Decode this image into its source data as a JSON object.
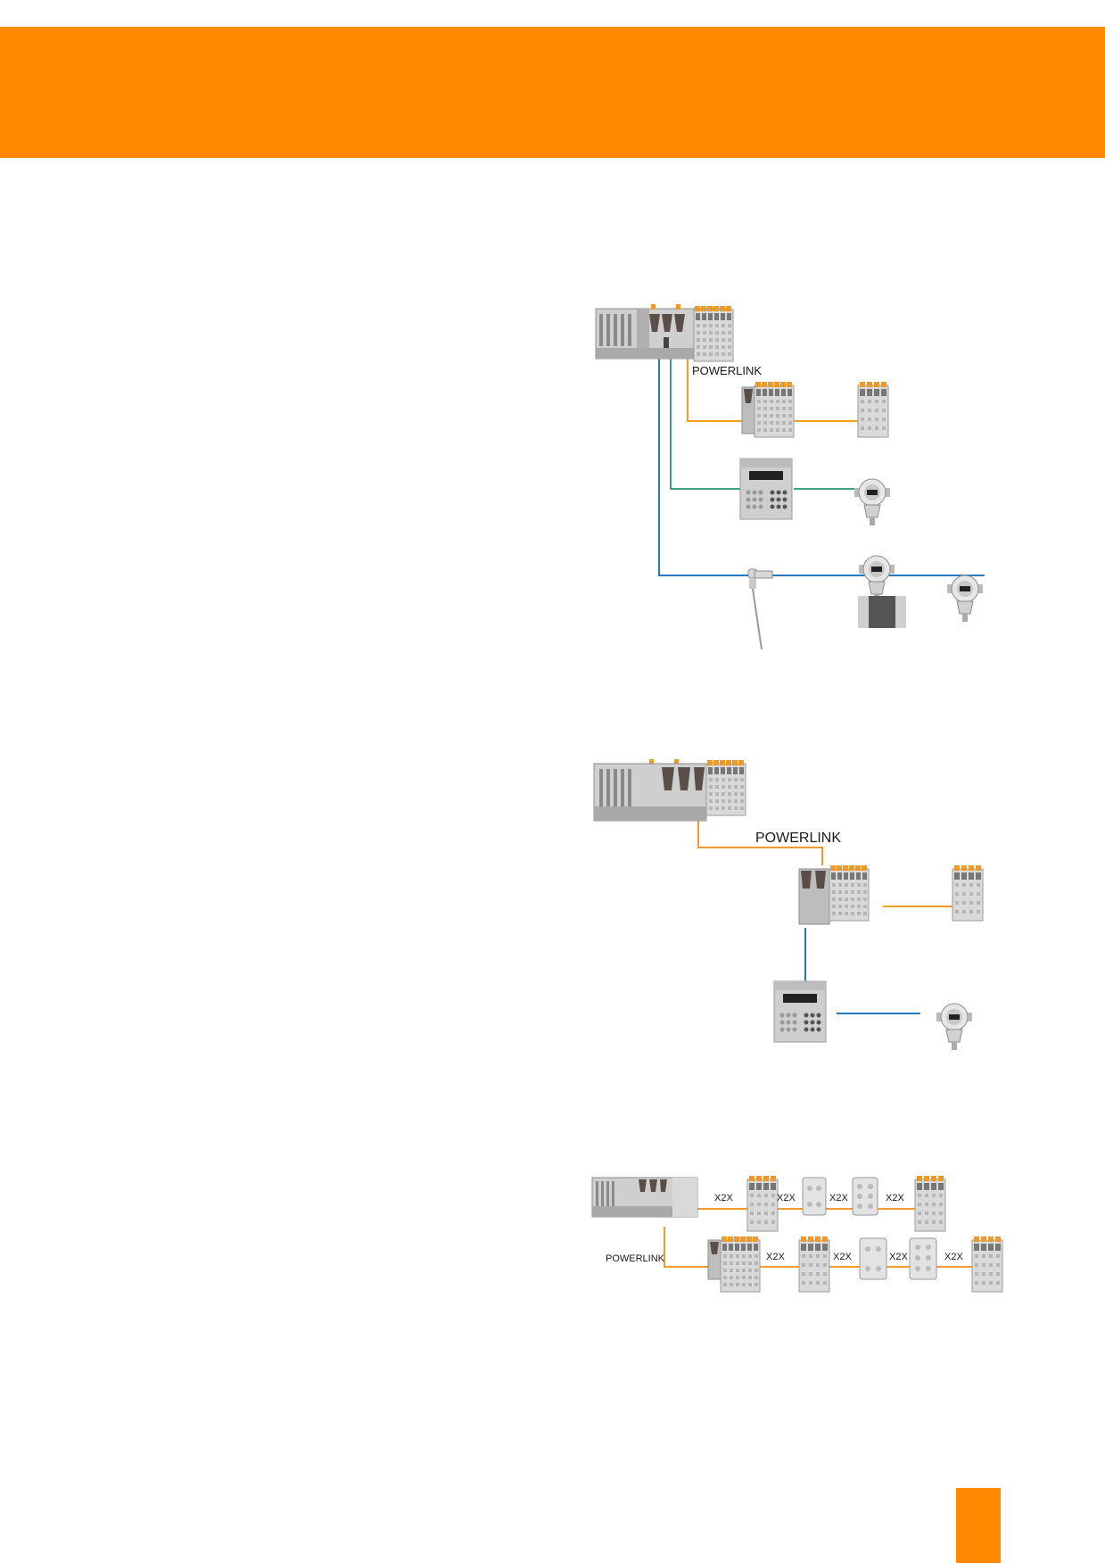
{
  "header": {
    "band_color": "#ff8800"
  },
  "page_tab": {
    "color": "#ff8800"
  },
  "colors": {
    "powerlink": "#f39a2e",
    "fieldbus_blue": "#2a79bf",
    "fieldbus_green": "#3aa37d"
  },
  "diagram1": {
    "bus_label": "POWERLINK"
  },
  "diagram2": {
    "bus_label": "POWERLINK"
  },
  "diagram3": {
    "bus_label": "POWERLINK",
    "row1_links": [
      "X2X",
      "X2X",
      "X2X",
      "X2X"
    ],
    "row2_links": [
      "X2X",
      "X2X",
      "X2X",
      "X2X"
    ]
  }
}
